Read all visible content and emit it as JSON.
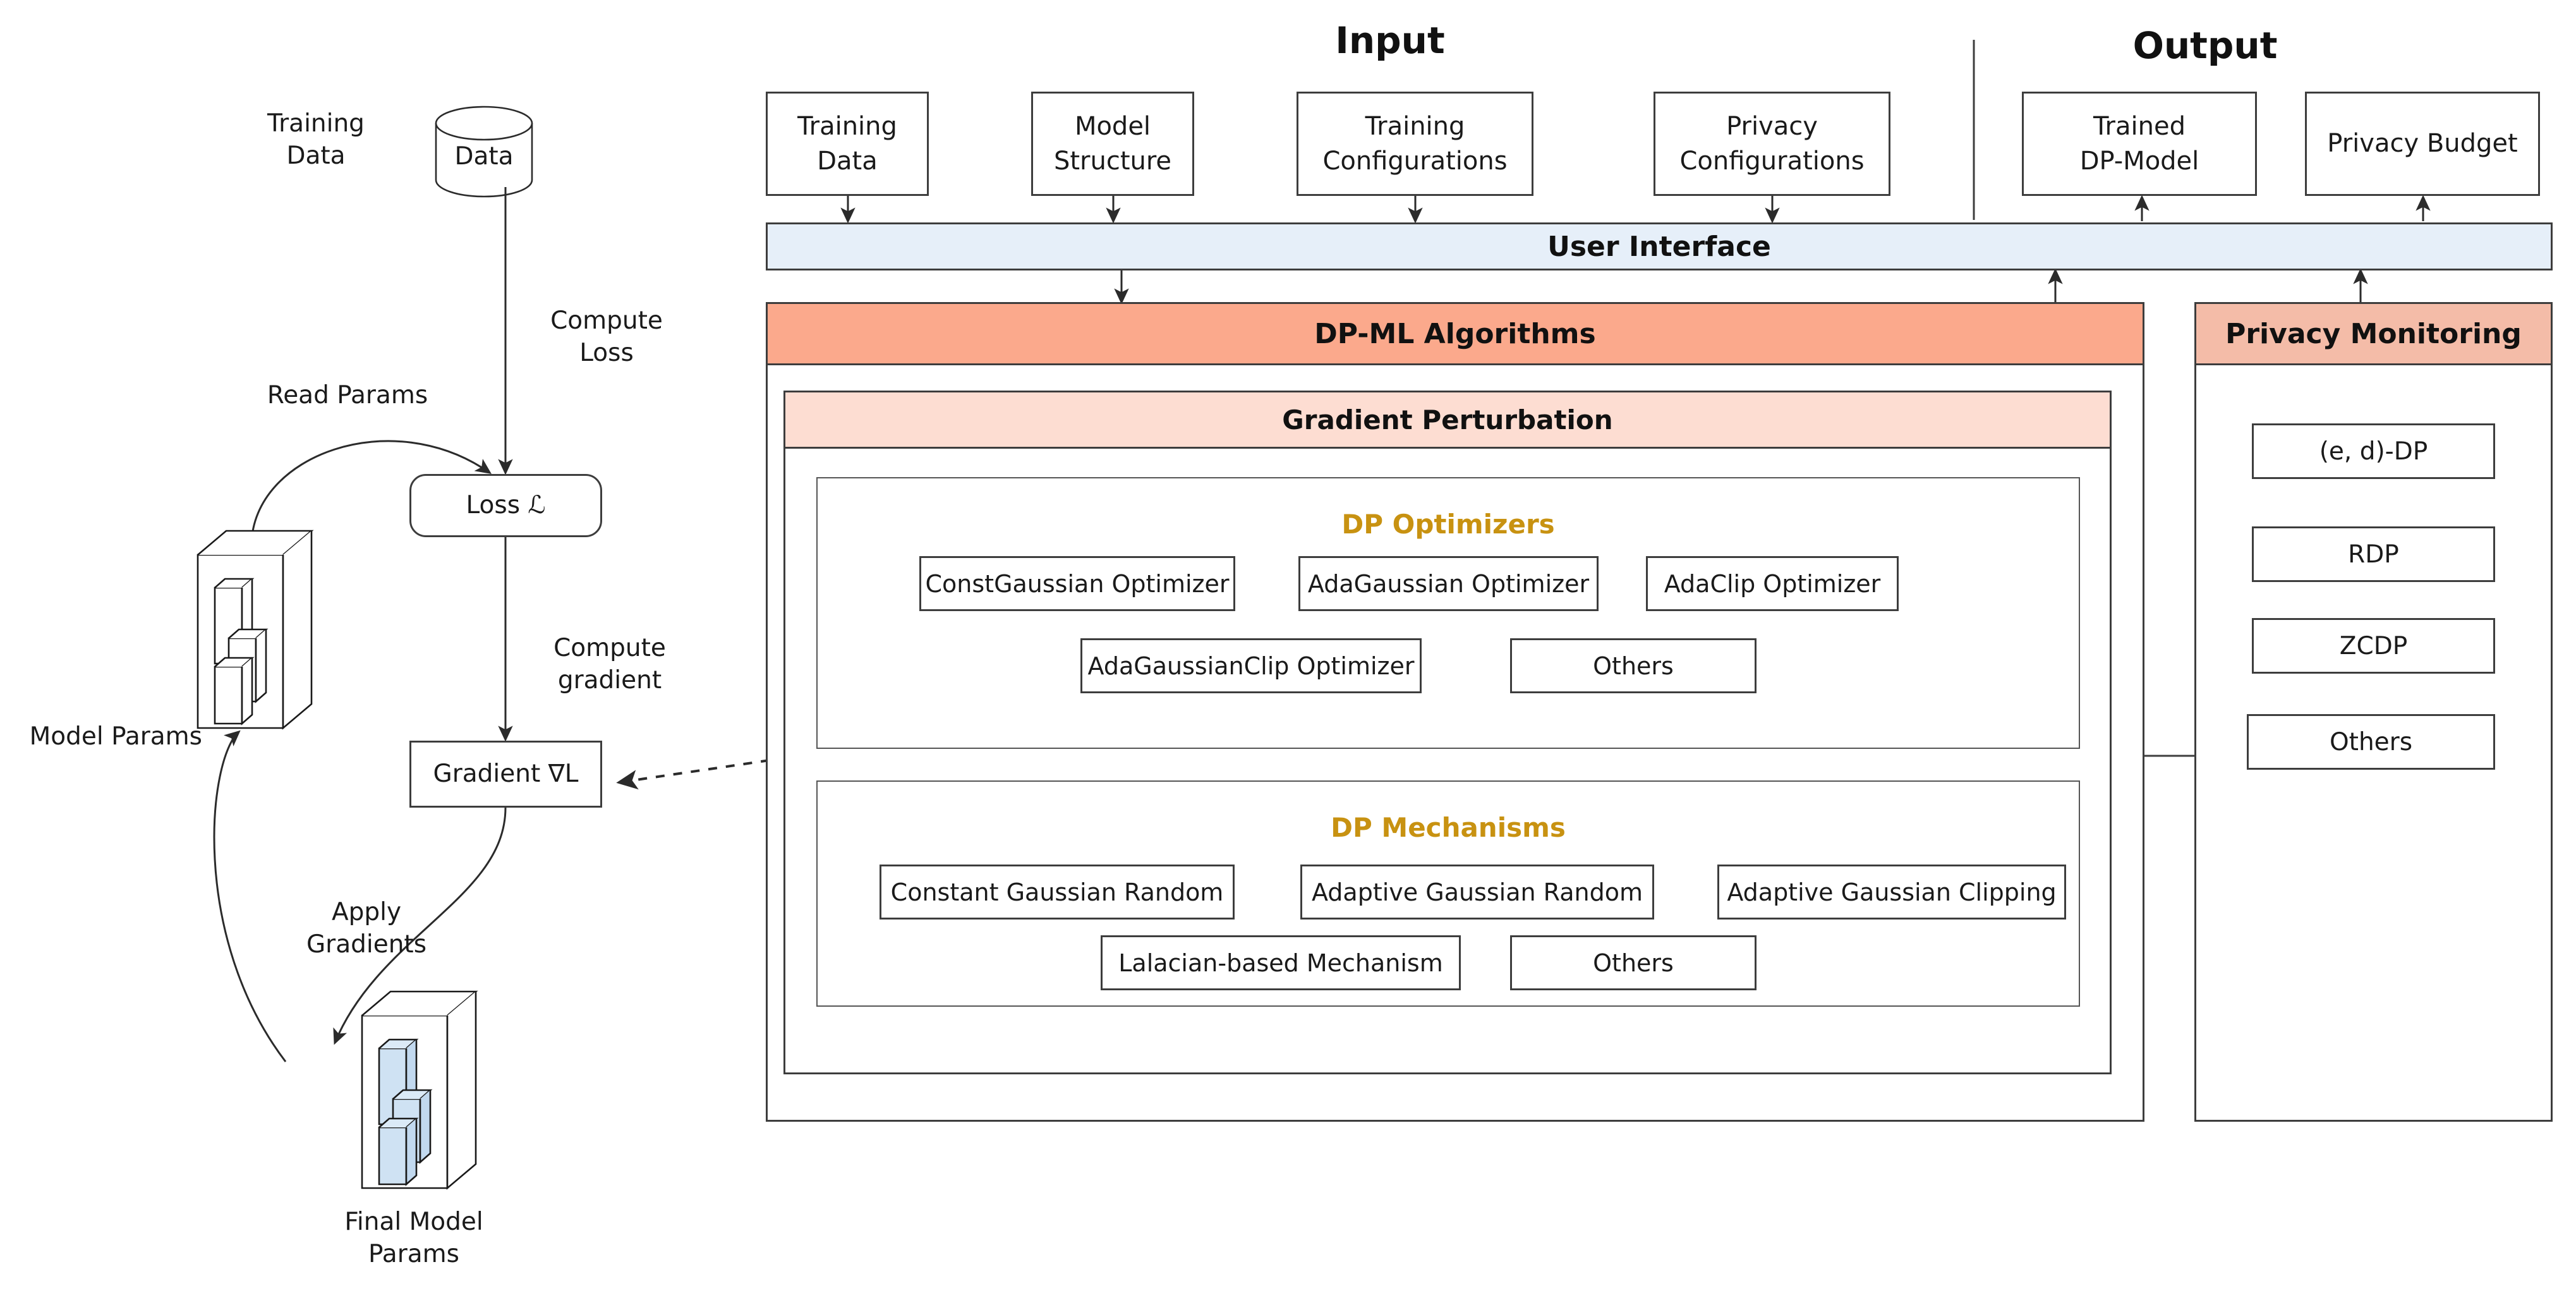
{
  "diagram": {
    "title_input": "Input",
    "title_output": "Output"
  },
  "training_loop": {
    "training_data_label": "Training\nData",
    "data_cylinder_label": "Data",
    "compute_loss_label": "Compute\nLoss",
    "read_params_label": "Read Params",
    "loss_box_label": "Loss ℒ",
    "compute_gradient_label": "Compute\ngradient",
    "gradient_box_label": "Gradient ∇L",
    "model_params_label": "Model Params",
    "apply_gradients_label": "Apply\nGradients",
    "final_model_params_label": "Final Model\nParams"
  },
  "input": {
    "cards": [
      {
        "label": "Training\nData"
      },
      {
        "label": "Model\nStructure"
      },
      {
        "label": "Training\nConfigurations"
      },
      {
        "label": "Privacy\nConfigurations"
      }
    ]
  },
  "output": {
    "cards": [
      {
        "label": "Trained\nDP-Model"
      },
      {
        "label": "Privacy Budget"
      }
    ]
  },
  "user_interface": {
    "title": "User Interface"
  },
  "dp_ml": {
    "title": "DP-ML Algorithms",
    "gradient_perturbation": {
      "title": "Gradient Perturbation",
      "optimizers": {
        "title": "DP Optimizers",
        "row1": [
          {
            "label": "ConstGaussian Optimizer"
          },
          {
            "label": "AdaGaussian Optimizer"
          },
          {
            "label": "AdaClip Optimizer"
          }
        ],
        "row2": [
          {
            "label": "AdaGaussianClip Optimizer"
          },
          {
            "label": "Others"
          }
        ]
      },
      "mechanisms": {
        "title": "DP Mechanisms",
        "row1": [
          {
            "label": "Constant Gaussian Random"
          },
          {
            "label": "Adaptive Gaussian Random"
          },
          {
            "label": "Adaptive Gaussian Clipping"
          }
        ],
        "row2": [
          {
            "label": "Lalacian-based Mechanism"
          },
          {
            "label": "Others"
          }
        ]
      }
    }
  },
  "privacy_monitoring": {
    "title": "Privacy Monitoring",
    "items": [
      {
        "label": "(e, d)-DP"
      },
      {
        "label": "RDP"
      },
      {
        "label": "ZCDP"
      },
      {
        "label": "Others"
      }
    ]
  },
  "colors": {
    "dpml_header": "#fba98c",
    "privacy_header": "#f4bca8",
    "gradient_perturbation": "#fdddd2",
    "user_interface": "#e6eff9",
    "gold_label": "#c89211",
    "param_bar_fill": "#cfe2f3",
    "stroke": "#3d3d3d"
  }
}
